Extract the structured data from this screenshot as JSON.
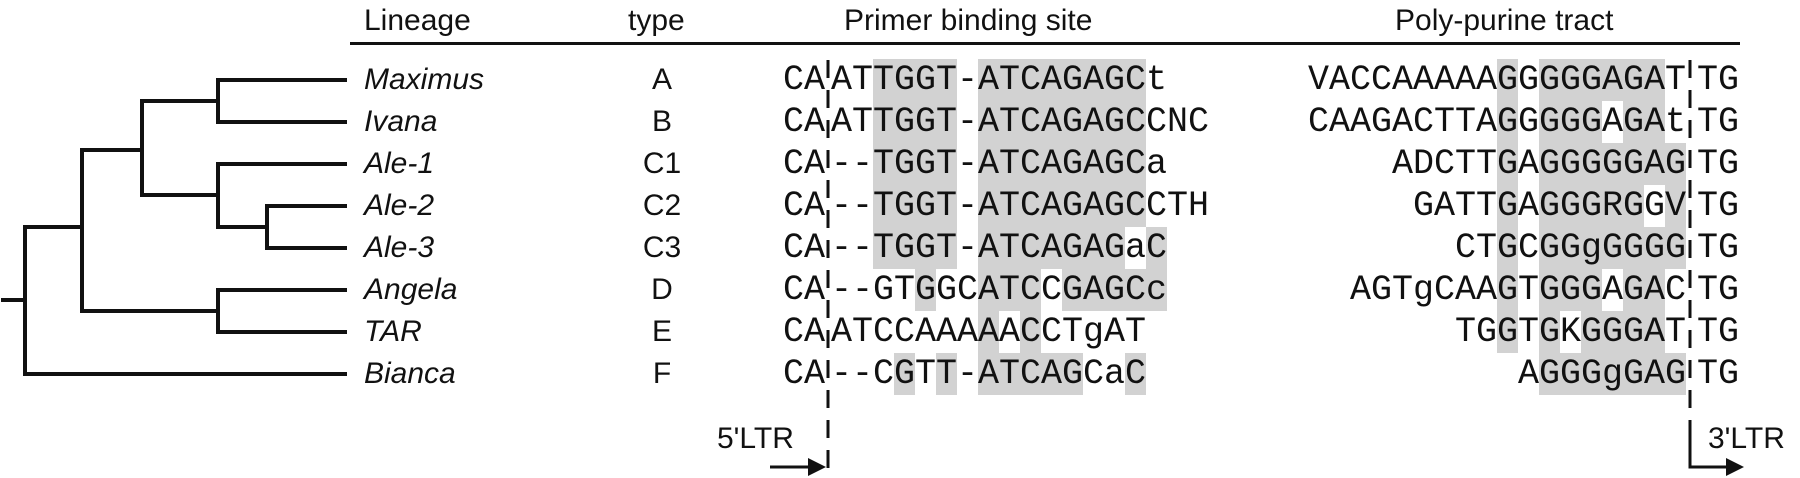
{
  "headers": {
    "lineage": "Lineage",
    "type": "type",
    "pbs": "Primer binding site",
    "ppt": "Poly-purine tract"
  },
  "rows": [
    {
      "lineage": "Maximus",
      "type": "A",
      "pbs_prefix": "CA",
      "pbs": "ATTGGT-ATCAGAGCt",
      "pbs_shade": "0011110111111110",
      "ppt": "VACCAAAAAGGGGGAGAT",
      "ppt_shade": "000000000101111110",
      "ppt_suffix": "TG"
    },
    {
      "lineage": "Ivana",
      "type": "B",
      "pbs_prefix": "CA",
      "pbs": "ATTGGT-ATCAGAGCCNC",
      "pbs_shade": "001111011111111000",
      "ppt": "CAAGACTTAGGGGGAGAt",
      "ppt_shade": "000000000101110110",
      "ppt_suffix": "TG"
    },
    {
      "lineage": "Ale-1",
      "type": "C1",
      "pbs_prefix": "CA",
      "pbs": "--TGGT-ATCAGAGCa",
      "pbs_shade": "0011110111111110",
      "ppt": "ADCTTGAGGGGGAG",
      "ppt_shade": "00000101111111",
      "ppt_suffix": "TG"
    },
    {
      "lineage": "Ale-2",
      "type": "C2",
      "pbs_prefix": "CA",
      "pbs": "--TGGT-ATCAGAGCCTH",
      "pbs_shade": "001111011111111000",
      "ppt": "GATTGAGGGRGGV",
      "ppt_shade": "0000101111101",
      "ppt_suffix": "TG"
    },
    {
      "lineage": "Ale-3",
      "type": "C3",
      "pbs_prefix": "CA",
      "pbs": "--TGGT-ATCAGAGaC",
      "pbs_shade": "0011110111111101",
      "ppt": "CTGCGGgGGGG",
      "ppt_shade": "00101111111",
      "ppt_suffix": "TG"
    },
    {
      "lineage": "Angela",
      "type": "D",
      "pbs_prefix": "CA",
      "pbs": "--GTGGCATCCGAGCc",
      "pbs_shade": "0000100111011111",
      "ppt": "AGTgCAAGTGGGAGAC",
      "ppt_shade": "0000000101110110",
      "ppt_suffix": "TG"
    },
    {
      "lineage": "TAR",
      "type": "E",
      "pbs_prefix": "CA",
      "pbs": "ATCCAAAAACCTgAT",
      "pbs_shade": "000000010100000",
      "ppt": "TGGTGKGGGAT",
      "ppt_shade": "00101011110",
      "ppt_suffix": "TG"
    },
    {
      "lineage": "Bianca",
      "type": "F",
      "pbs_prefix": "CA",
      "pbs": "--CGTT-ATCAGCaC",
      "pbs_shade": "000101011111001",
      "ppt": "AGGGgGAG",
      "ppt_shade": "01111111",
      "ppt_suffix": "TG"
    }
  ],
  "markers": {
    "five_ltr": "5'LTR",
    "three_ltr": "3'LTR"
  },
  "colors": {
    "shade": "#d2d2d2",
    "ink": "#111111"
  }
}
